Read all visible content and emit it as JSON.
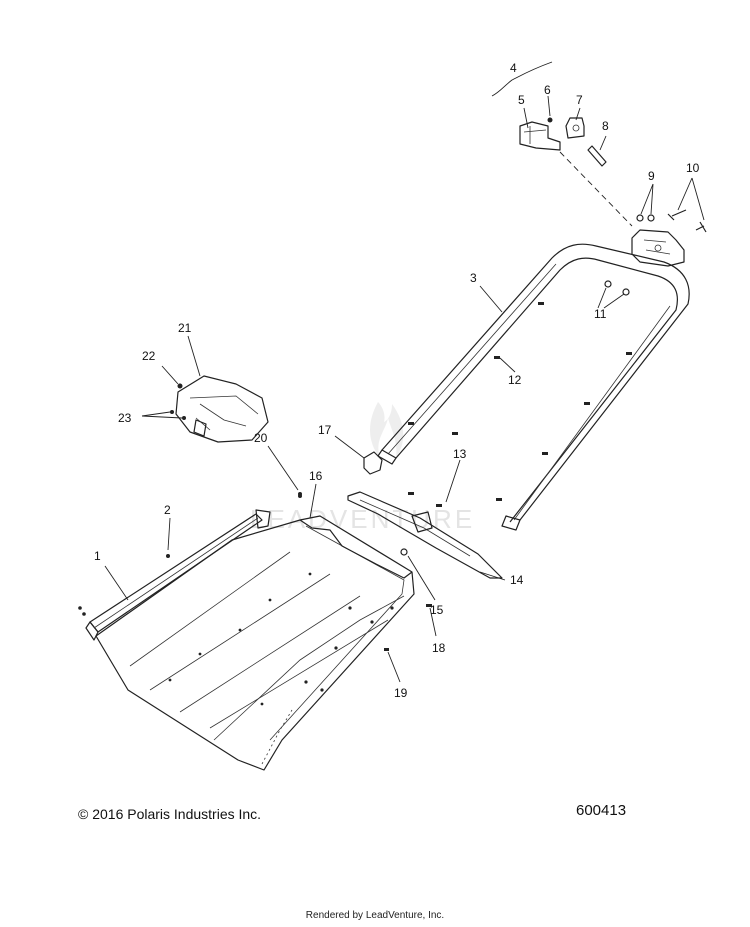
{
  "watermark": "LEADVENTURE",
  "callouts": [
    "1",
    "2",
    "3",
    "4",
    "5",
    "6",
    "7",
    "8",
    "9",
    "10",
    "11",
    "12",
    "13",
    "14",
    "15",
    "16",
    "17",
    "18",
    "19",
    "20",
    "21",
    "22",
    "23"
  ],
  "copyright": "© 2016 Polaris Industries Inc.",
  "diagram_id": "600413",
  "rendered_by": "Rendered by LeadVenture, Inc."
}
